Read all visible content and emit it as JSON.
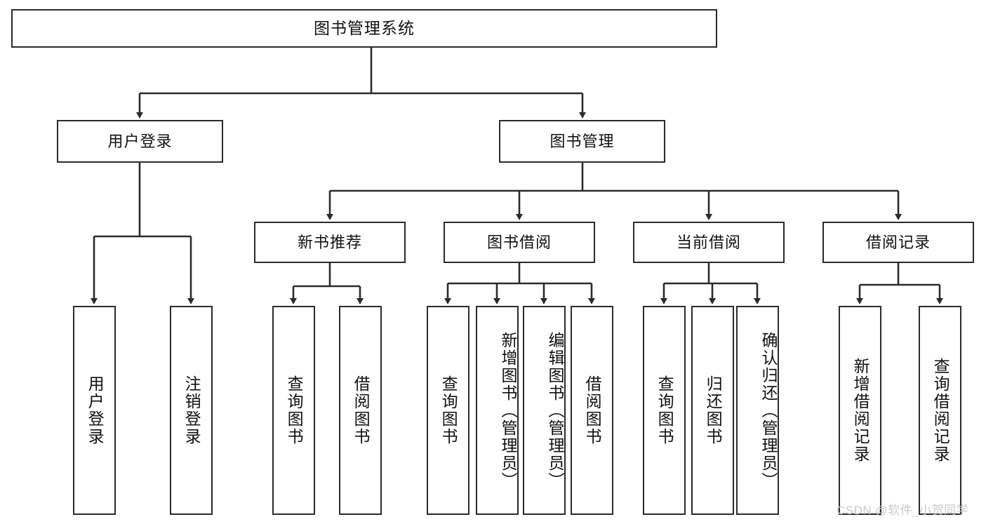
{
  "diagram": {
    "title": "图书管理系统",
    "watermark": "CSDN @软件_小贺同学",
    "colors": {
      "box_border": "#2b2b2b",
      "box_fill": "#ffffff",
      "connector": "#2b2b2b",
      "text": "#111111",
      "watermark": "#c9c9c9",
      "background": "#ffffff"
    },
    "root": {
      "label": "图书管理系统"
    },
    "level2": [
      {
        "label": "用户登录"
      },
      {
        "label": "图书管理"
      }
    ],
    "level3": [
      {
        "label": "新书推荐"
      },
      {
        "label": "图书借阅"
      },
      {
        "label": "当前借阅"
      },
      {
        "label": "借阅记录"
      }
    ],
    "leaves": {
      "user_login": [
        {
          "label": "用户登录"
        },
        {
          "label": "注销登录"
        }
      ],
      "new_book_recommend": [
        {
          "label": "查询图书"
        },
        {
          "label": "借阅图书"
        }
      ],
      "book_borrow": [
        {
          "label": "查询图书"
        },
        {
          "label": "新增图书（管理员）"
        },
        {
          "label": "编辑图书（管理员）"
        },
        {
          "label": "借阅图书"
        }
      ],
      "current_borrow": [
        {
          "label": "查询图书"
        },
        {
          "label": "归还图书"
        },
        {
          "label": "确认归还（管理员）"
        }
      ],
      "borrow_record": [
        {
          "label": "新增借阅记录"
        },
        {
          "label": "查询借阅记录"
        }
      ]
    }
  }
}
